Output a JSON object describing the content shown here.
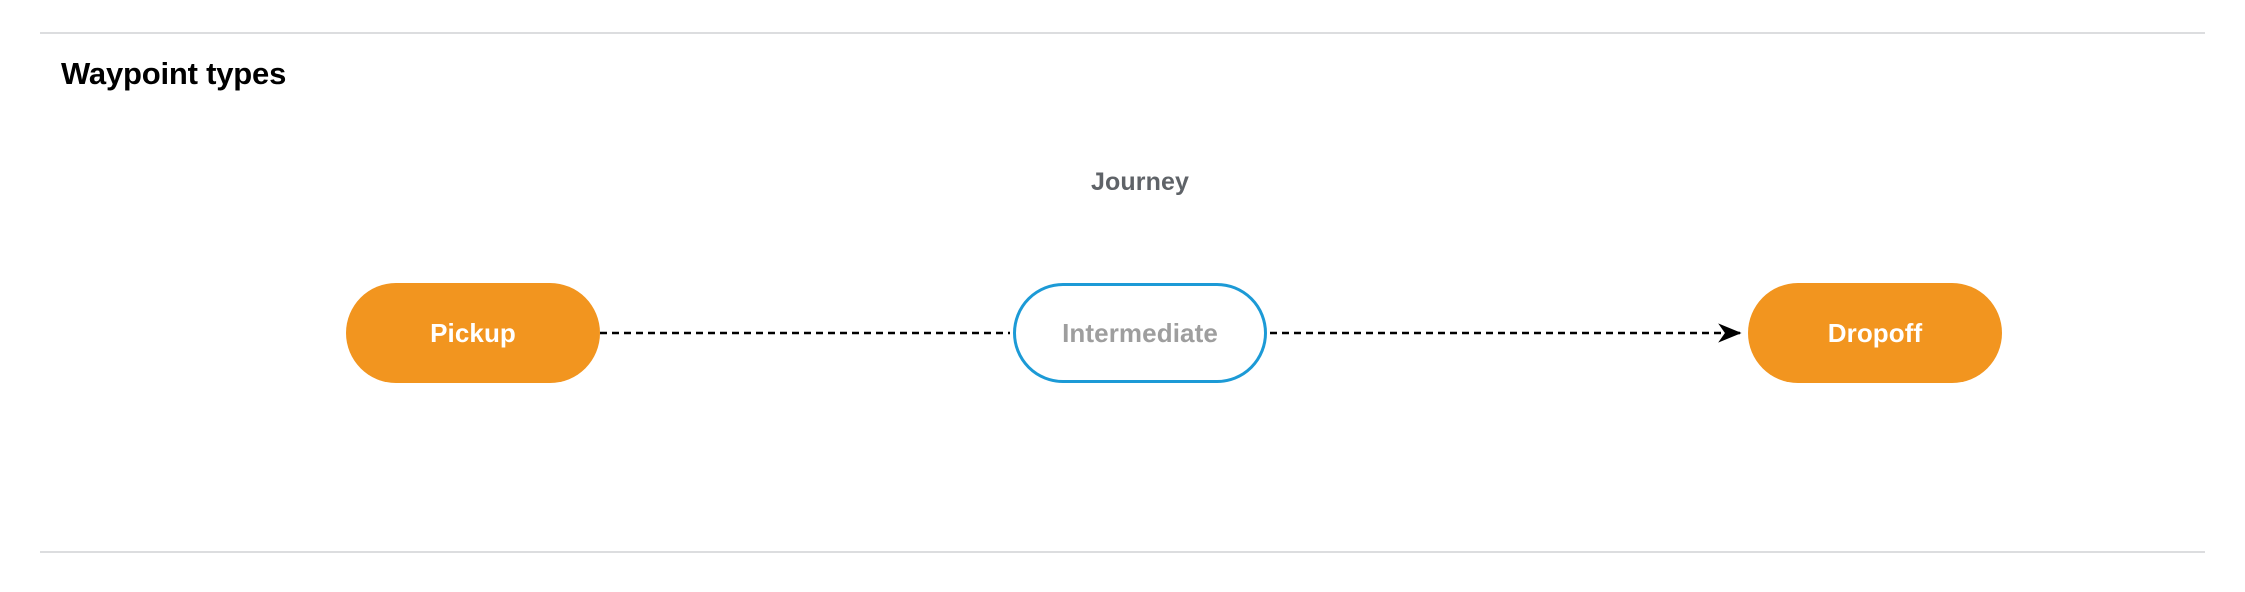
{
  "page": {
    "title": "Waypoint types",
    "background_color": "#ffffff",
    "divider_color": "#dcdddf"
  },
  "diagram": {
    "group_label": "Journey",
    "group_label_color": "#5f6368",
    "nodes": [
      {
        "id": "pickup",
        "label": "Pickup",
        "kind": "terminal",
        "fill": "#f2951f",
        "text_color": "#ffffff",
        "border_color": "none",
        "shape": "pill"
      },
      {
        "id": "intermediate",
        "label": "Intermediate",
        "kind": "optional",
        "fill": "#ffffff",
        "text_color": "#9e9e9e",
        "border_color": "#1c9ad6",
        "shape": "pill"
      },
      {
        "id": "dropoff",
        "label": "Dropoff",
        "kind": "terminal",
        "fill": "#f2951f",
        "text_color": "#ffffff",
        "border_color": "none",
        "shape": "pill"
      }
    ],
    "edges": [
      {
        "id": "pickup-to-intermediate",
        "from": "pickup",
        "to": "intermediate",
        "style": "dashed",
        "color": "#000000",
        "arrowhead": false
      },
      {
        "id": "intermediate-to-dropoff",
        "from": "intermediate",
        "to": "dropoff",
        "style": "dashed",
        "color": "#000000",
        "arrowhead": true
      }
    ]
  }
}
